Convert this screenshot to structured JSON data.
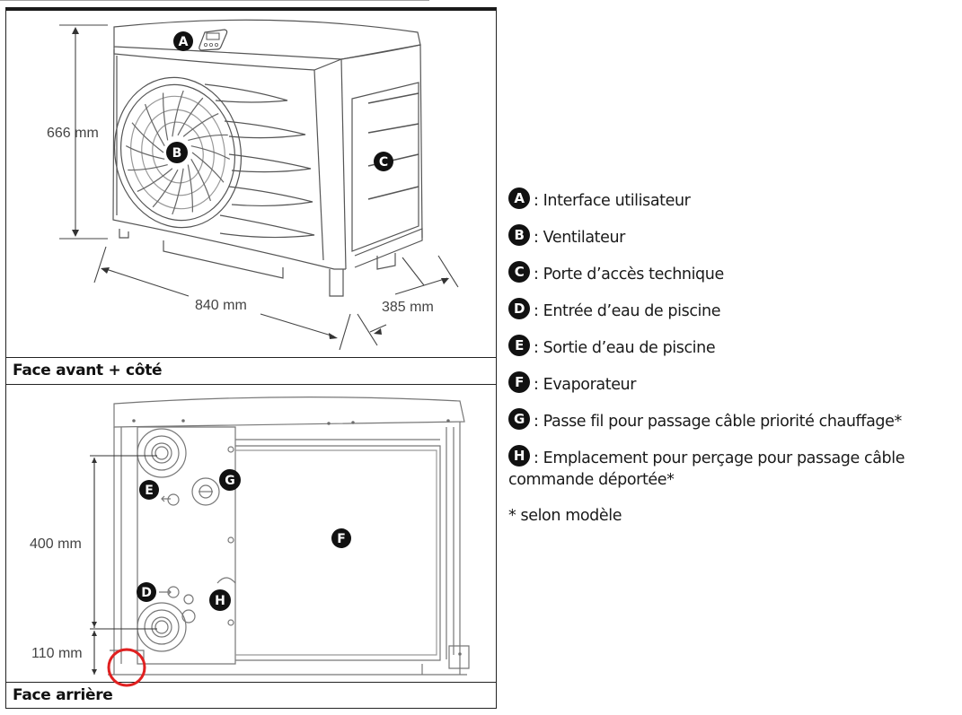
{
  "figure": {
    "panels": [
      {
        "caption": "Face avant + côté",
        "dimensions": {
          "height": "666 mm",
          "width": "840 mm",
          "depth": "385 mm"
        },
        "markers": [
          "A",
          "B",
          "C"
        ]
      },
      {
        "caption": "Face arrière",
        "dimensions": {
          "between_connections": "400 mm",
          "base_to_connection": "110 mm"
        },
        "markers": [
          "E",
          "G",
          "F",
          "D",
          "H"
        ],
        "highlight": {
          "shape": "circle",
          "color": "#e02020"
        }
      }
    ]
  },
  "legend": {
    "items": [
      {
        "letter": "A",
        "text": ": Interface utilisateur"
      },
      {
        "letter": "B",
        "text": ": Ventilateur"
      },
      {
        "letter": "C",
        "text": ": Porte d’accès technique"
      },
      {
        "letter": "D",
        "text": ": Entrée d’eau de piscine"
      },
      {
        "letter": "E",
        "text": ": Sortie d’eau de piscine"
      },
      {
        "letter": "F",
        "text": ": Evaporateur"
      },
      {
        "letter": "G",
        "text": ": Passe fil pour passage câble priorité chauffage*"
      },
      {
        "letter": "H",
        "text": ": Emplacement pour perçage pour passage câble",
        "continuation": "commande déportée*"
      }
    ],
    "footnote": "* selon modèle"
  }
}
